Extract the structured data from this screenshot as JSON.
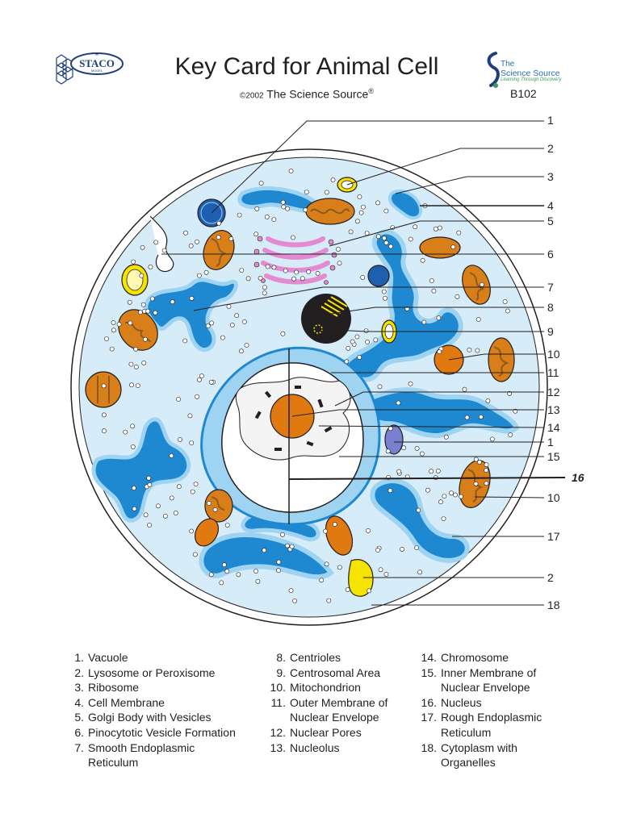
{
  "header": {
    "title": "Key Card for Animal Cell",
    "copyright_year": "©2002",
    "copyright_holder": "The Science Source",
    "registered_mark": "®",
    "catalog_number": "B102"
  },
  "logos": {
    "left": {
      "name": "STACO",
      "subtext": "MODEL",
      "mark": "A"
    },
    "right": {
      "line1": "The",
      "line2": "Science Source",
      "tagline": "Learning Through Discovery"
    }
  },
  "callouts": [
    {
      "label": "1"
    },
    {
      "label": "2"
    },
    {
      "label": "3"
    },
    {
      "label": "4"
    },
    {
      "label": "5"
    },
    {
      "label": "6"
    },
    {
      "label": "7"
    },
    {
      "label": "8"
    },
    {
      "label": "9"
    },
    {
      "label": "10"
    },
    {
      "label": "11"
    },
    {
      "label": "12"
    },
    {
      "label": "13"
    },
    {
      "label": "14"
    },
    {
      "label": "1"
    },
    {
      "label": "15"
    },
    {
      "label": "16"
    },
    {
      "label": "10"
    },
    {
      "label": "17"
    },
    {
      "label": "2"
    },
    {
      "label": "18"
    }
  ],
  "legend": {
    "col1": [
      {
        "num": "1.",
        "text": "Vacuole"
      },
      {
        "num": "2.",
        "text": "Lysosome or Peroxisome"
      },
      {
        "num": "3.",
        "text": "Ribosome"
      },
      {
        "num": "4.",
        "text": "Cell Membrane"
      },
      {
        "num": "5.",
        "text": "Golgi Body with Vesicles"
      },
      {
        "num": "6.",
        "text": "Pinocytotic Vesicle Formation"
      },
      {
        "num": "7.",
        "text": "Smooth Endoplasmic Reticulum"
      }
    ],
    "col2": [
      {
        "num": "8.",
        "text": "Centrioles"
      },
      {
        "num": "9.",
        "text": "Centrosomal Area"
      },
      {
        "num": "10.",
        "text": "Mitochondrion"
      },
      {
        "num": "11.",
        "text": "Outer Membrane of Nuclear Envelope"
      },
      {
        "num": "12.",
        "text": "Nuclear Pores"
      },
      {
        "num": "13.",
        "text": "Nucleolus"
      }
    ],
    "col3": [
      {
        "num": "14.",
        "text": "Chromosome"
      },
      {
        "num": "15.",
        "text": "Inner Membrane of Nuclear Envelope"
      },
      {
        "num": "16.",
        "text": "Nucleus"
      },
      {
        "num": "17.",
        "text": "Rough Endoplasmic Reticulum"
      },
      {
        "num": "18.",
        "text": "Cytoplasm with Organelles"
      }
    ]
  },
  "colors": {
    "cytoplasm": "#d6ecf8",
    "er_blue": "#1e88d0",
    "er_light": "#9fd3f2",
    "mitochondria": "#d97f1a",
    "mito_inner": "#8a5a1e",
    "nucleolus": "#e07a10",
    "vacuole_blue": "#1f5fb0",
    "lysosome_yellow": "#f5e300",
    "golgi_pink": "#e48ad0",
    "centrosome": "#231f20",
    "chromosome_purple": "#7b7fd0"
  }
}
